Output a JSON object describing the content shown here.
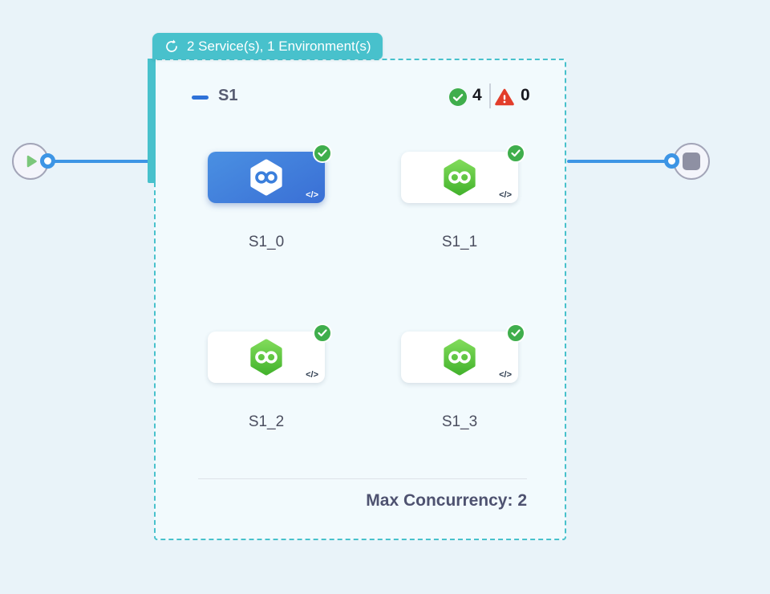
{
  "badge": {
    "label": "2 Service(s), 1 Environment(s)"
  },
  "stage": {
    "title": "S1",
    "success_count": "4",
    "failure_count": "0",
    "services": [
      {
        "label": "S1_0"
      },
      {
        "label": "S1_1"
      },
      {
        "label": "S1_2"
      },
      {
        "label": "S1_3"
      }
    ],
    "code_icon": "</>",
    "max_concurrency": "Max Concurrency: 2"
  },
  "colors": {
    "accent_teal": "#48C1CC",
    "connector_blue": "#3D95E5",
    "selected_service_blue": "#3E7FDC",
    "service_green": "#57C539",
    "success_green": "#3FAE4C",
    "error_red": "#E23E2C"
  }
}
